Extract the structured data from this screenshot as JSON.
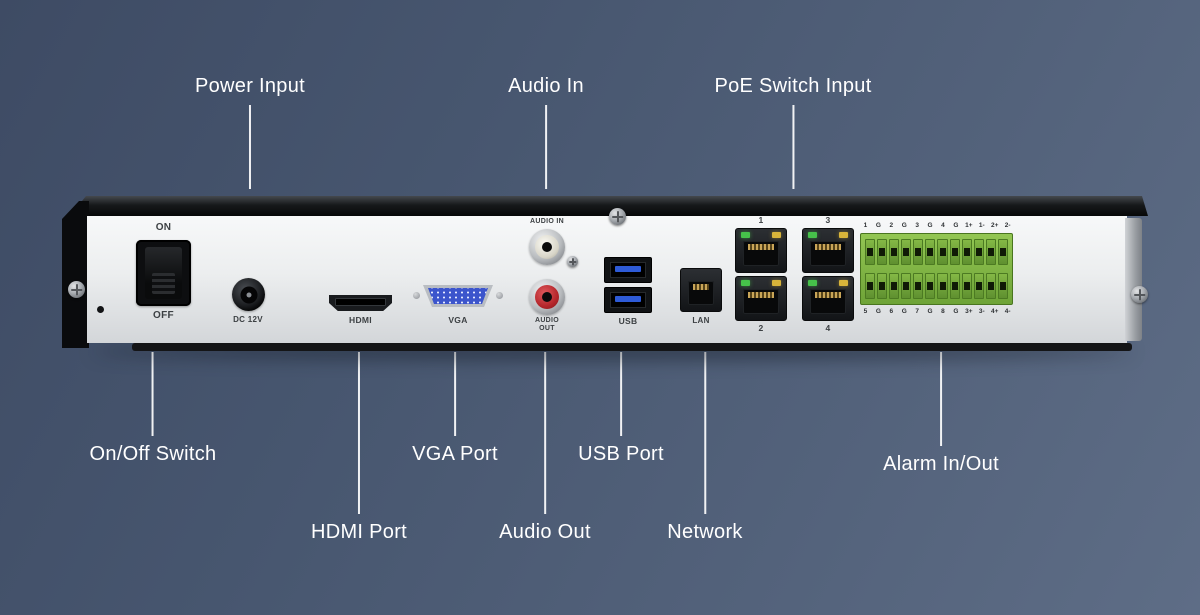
{
  "callouts": {
    "power_input": "Power Input",
    "audio_in": "Audio In",
    "poe_switch_input": "PoE Switch Input",
    "on_off_switch": "On/Off Switch",
    "vga_port": "VGA Port",
    "hdmi_port": "HDMI Port",
    "audio_out": "Audio Out",
    "usb_port": "USB Port",
    "network": "Network",
    "alarm_in_out": "Alarm In/Out"
  },
  "panel": {
    "switch_on": "ON",
    "switch_off": "OFF",
    "dc_label": "DC 12V",
    "hdmi_label": "HDMI",
    "vga_label": "VGA",
    "audio_in_label": "AUDIO IN",
    "audio_out_line1": "AUDIO",
    "audio_out_line2": "OUT",
    "usb_label": "USB",
    "lan_label": "LAN",
    "poe_numbers": {
      "top_left": "1",
      "top_right": "3",
      "bottom_left": "2",
      "bottom_right": "4"
    },
    "alarm_labels_top": [
      "1",
      "G",
      "2",
      "G",
      "3",
      "G",
      "4",
      "G",
      "1+",
      "1-",
      "2+",
      "2-"
    ],
    "alarm_labels_bottom": [
      "5",
      "G",
      "6",
      "G",
      "7",
      "G",
      "8",
      "G",
      "3+",
      "3-",
      "4+",
      "4-"
    ]
  },
  "colors": {
    "background_start": "#3e4b64",
    "background_end": "#5e6d86",
    "label_text": "#ffffff",
    "device_face": "#e9ebed",
    "alarm_block_green": "#7fb640",
    "vga_blue": "#3c55cc",
    "usb_blue": "#2e5bd7",
    "audio_out_red": "#b5262b",
    "led_green": "#46c24a",
    "led_yellow": "#d8b43a"
  }
}
